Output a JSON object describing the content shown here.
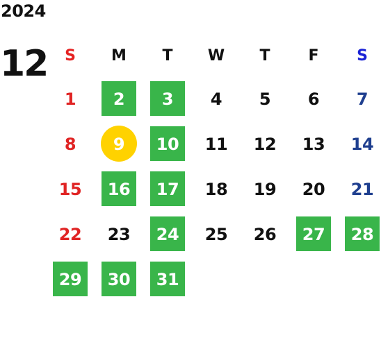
{
  "year": "2024",
  "month": "12",
  "weekdays": [
    "S",
    "M",
    "T",
    "W",
    "T",
    "F",
    "S"
  ],
  "start_offset": 0,
  "days": [
    {
      "d": "1"
    },
    {
      "d": "2",
      "s": "green"
    },
    {
      "d": "3",
      "s": "green"
    },
    {
      "d": "4"
    },
    {
      "d": "5"
    },
    {
      "d": "6"
    },
    {
      "d": "7"
    },
    {
      "d": "8"
    },
    {
      "d": "9",
      "s": "today"
    },
    {
      "d": "10",
      "s": "green"
    },
    {
      "d": "11"
    },
    {
      "d": "12"
    },
    {
      "d": "13"
    },
    {
      "d": "14"
    },
    {
      "d": "15"
    },
    {
      "d": "16",
      "s": "green"
    },
    {
      "d": "17",
      "s": "green"
    },
    {
      "d": "18"
    },
    {
      "d": "19"
    },
    {
      "d": "20"
    },
    {
      "d": "21"
    },
    {
      "d": "22"
    },
    {
      "d": "23"
    },
    {
      "d": "24",
      "s": "green"
    },
    {
      "d": "25"
    },
    {
      "d": "26"
    },
    {
      "d": "27",
      "s": "green"
    },
    {
      "d": "28",
      "s": "green"
    },
    {
      "d": "29",
      "s": "green"
    },
    {
      "d": "30",
      "s": "green"
    },
    {
      "d": "31",
      "s": "green"
    }
  ],
  "colors": {
    "sunday": "#e02424",
    "saturday": "#1f3f8f",
    "highlight_green": "#39b54a",
    "today_yellow": "#ffd200"
  }
}
